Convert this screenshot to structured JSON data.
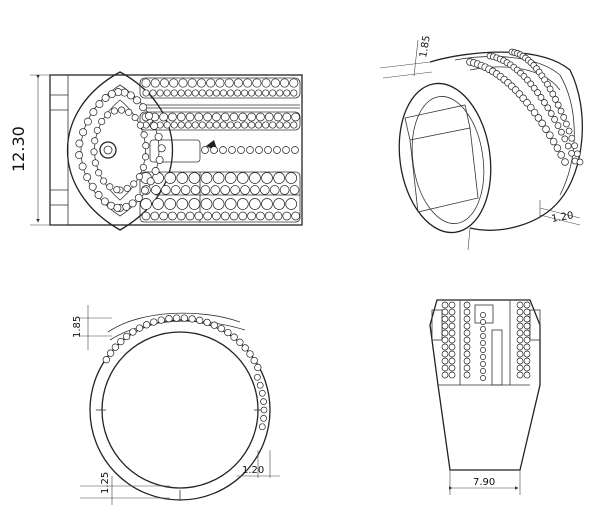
{
  "dimensions": {
    "front_height": "12.30",
    "iso_top": "1.85",
    "iso_side": "1.20",
    "side_top": "1.85",
    "side_band": "1.20",
    "side_bottom": "1.25",
    "end_width": "7.90"
  }
}
